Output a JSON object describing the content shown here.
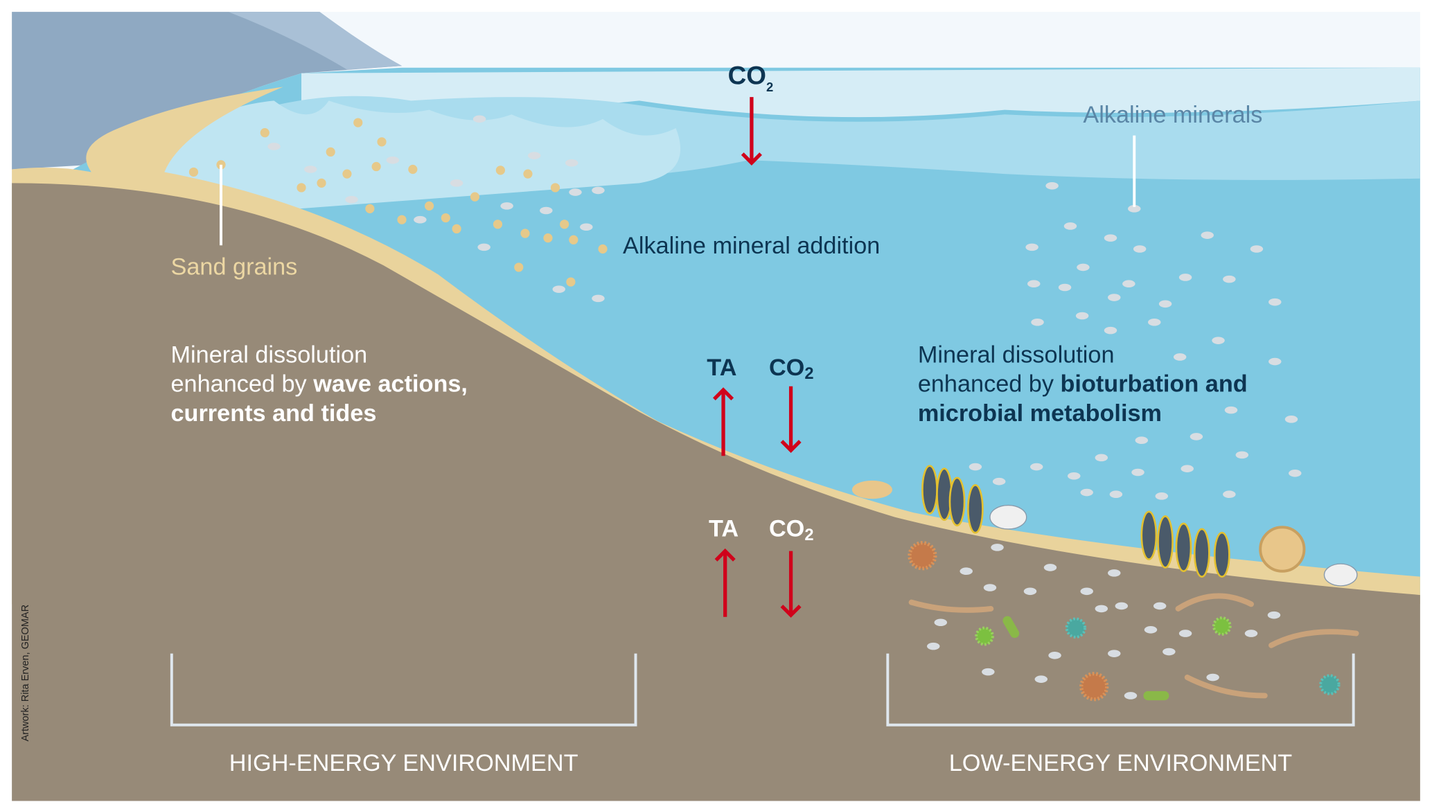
{
  "labels": {
    "co2_top": {
      "main": "CO",
      "sub": "2"
    },
    "alkaline_minerals": "Alkaline minerals",
    "sand_grains": "Sand grains",
    "alkaline_mineral_addition": "Alkaline mineral addition",
    "left_text": {
      "line1": "Mineral dissolution",
      "line2_plain": "enhanced by ",
      "line2_bold": "wave actions,",
      "line3_bold": "currents and tides"
    },
    "right_text": {
      "line1": "Mineral dissolution",
      "line2_plain": "enhanced by ",
      "line2_bold": "bioturbation and",
      "line3_bold": "microbial metabolism"
    },
    "flux_water": {
      "ta": "TA",
      "co2": "CO",
      "co2_sub": "2"
    },
    "flux_sediment": {
      "ta": "TA",
      "co2": "CO",
      "co2_sub": "2"
    },
    "high_energy": "HIGH-ENERGY ENVIRONMENT",
    "low_energy": "LOW-ENERGY ENVIRONMENT",
    "credit": "Artwork: Rita Erven, GEOMAR"
  },
  "colors": {
    "sky": "#f3f8fc",
    "mountain": "#8fa9c2",
    "sea": "#7fc9e2",
    "sediment": "#978a78",
    "sand": "#e9d39c",
    "arrow": "#d0021b",
    "dark_text": "#0d3552"
  }
}
